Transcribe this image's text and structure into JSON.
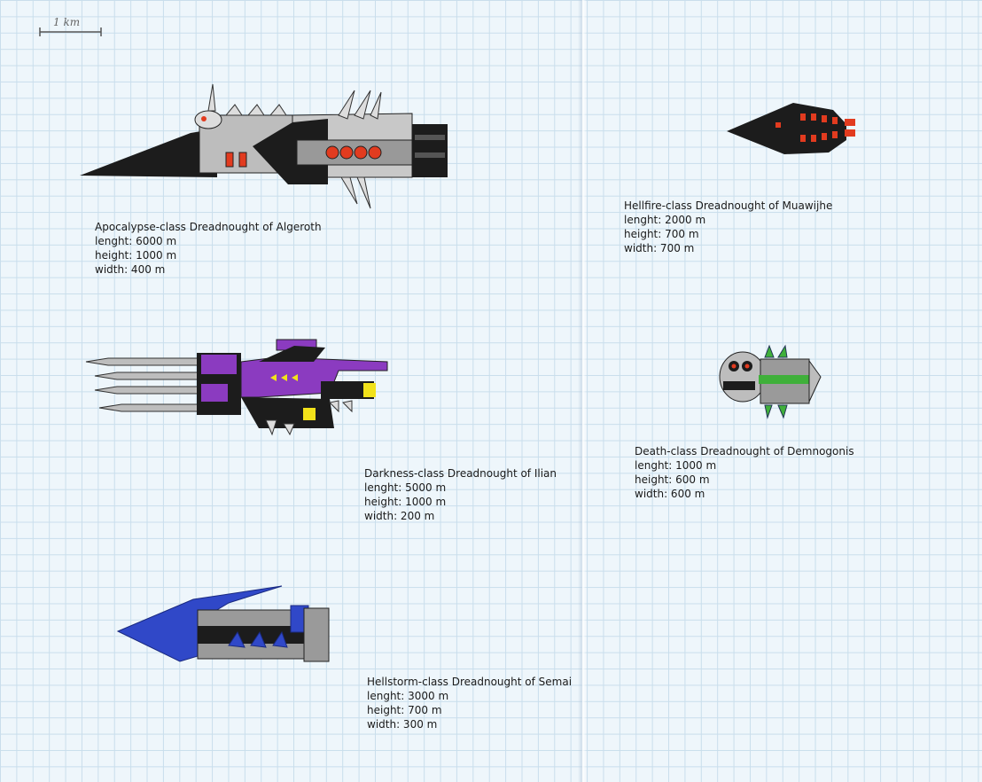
{
  "scale_bar": {
    "label": "1 km"
  },
  "ships": [
    {
      "id": "apocalypse",
      "name": "Apocalypse-class Dreadnought of Algeroth",
      "length": "lenght: 6000 m",
      "height": "height: 1000 m",
      "width": "width: 400 m"
    },
    {
      "id": "hellfire",
      "name": "Hellfire-class Dreadnought of Muawijhe",
      "length": "lenght: 2000 m",
      "height": "height: 700 m",
      "width": "width: 700 m"
    },
    {
      "id": "darkness",
      "name": "Darkness-class Dreadnought of Ilian",
      "length": "lenght: 5000 m",
      "height": "height: 1000 m",
      "width": "width: 200 m"
    },
    {
      "id": "death",
      "name": "Death-class Dreadnought of Demnogonis",
      "length": "lenght: 1000 m",
      "height": "height: 600 m",
      "width": "width: 600 m"
    },
    {
      "id": "hellstorm",
      "name": "Hellstorm-class Dreadnought of Semai",
      "length": "lenght: 3000 m",
      "height": "height: 700 m",
      "width": "width: 300 m"
    }
  ],
  "colors": {
    "paper": "#eef6fb",
    "grid": "#c9deec",
    "black": "#1c1c1c",
    "grey": "#b9b9b9",
    "red": "#e23b1f",
    "purple": "#8b3bc0",
    "yellow": "#f2e21a",
    "green": "#3fb03a",
    "blue": "#3048c8"
  }
}
